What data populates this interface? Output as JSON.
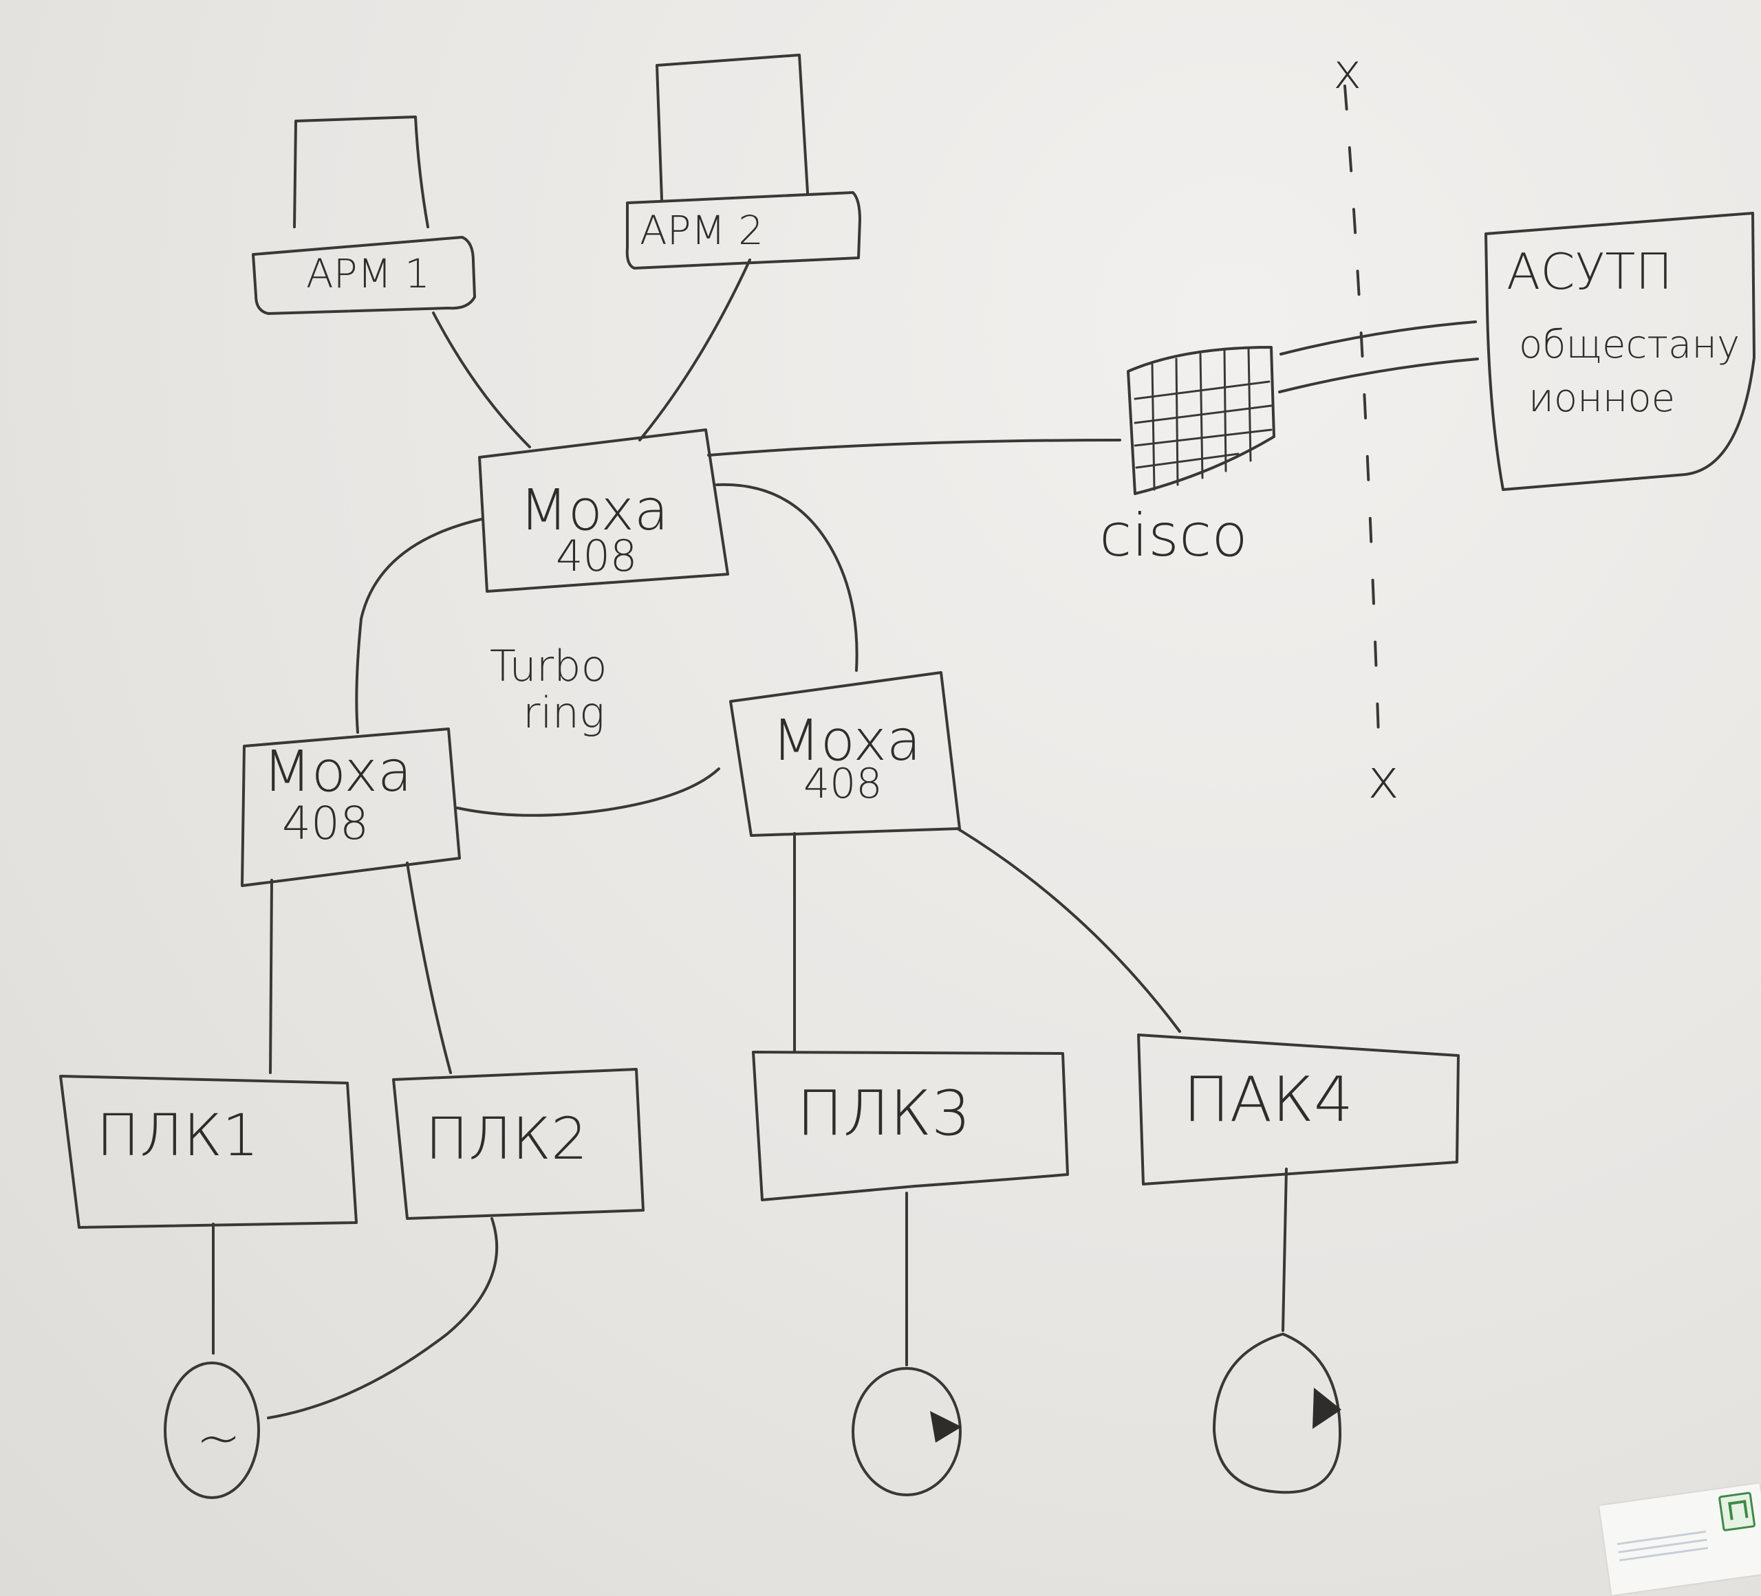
{
  "workstations": [
    {
      "id": "arm1",
      "label": "АРМ 1"
    },
    {
      "id": "arm2",
      "label": "АРМ 2"
    }
  ],
  "switches": [
    {
      "id": "moxa-top",
      "name": "Moxa",
      "model": "408"
    },
    {
      "id": "moxa-left",
      "name": "Moxa",
      "model": "408"
    },
    {
      "id": "moxa-right",
      "name": "Moxa",
      "model": "408"
    }
  ],
  "ring_label": [
    "Turbo",
    "ring"
  ],
  "firewall": {
    "label": "cisco"
  },
  "asutp": {
    "title": "АСУТП",
    "lines": [
      "общестану",
      "ионное"
    ]
  },
  "plcs": [
    {
      "id": "plc1",
      "label": "ПЛК1"
    },
    {
      "id": "plc2",
      "label": "ПЛК2"
    },
    {
      "id": "plc3",
      "label": "ПЛК3"
    },
    {
      "id": "plc4",
      "label": "ПАК4"
    }
  ],
  "devices": [
    {
      "id": "generator",
      "symbol": "~",
      "icon": "generator-icon"
    },
    {
      "id": "pump-1",
      "icon": "pump-icon"
    },
    {
      "id": "pump-2",
      "icon": "pump-icon"
    }
  ],
  "boundary": {
    "marker_top": "x",
    "marker_bottom": "x"
  }
}
